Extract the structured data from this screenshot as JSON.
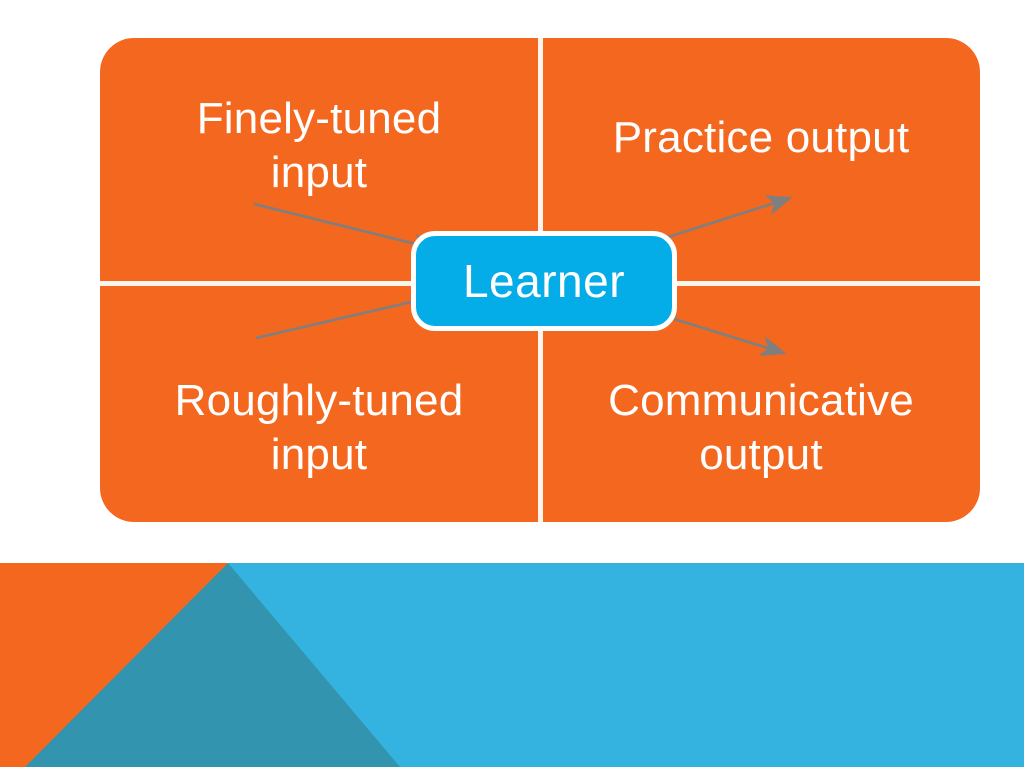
{
  "slide": {
    "background_color": "#FFFFFF",
    "panel": {
      "background_color": "#F4671F",
      "divider_color": "#FDF5EC"
    }
  },
  "diagram": {
    "type": "four-quadrant-hub-and-spoke",
    "center_node": {
      "label": "Learner",
      "fill_color": "#05ADE8",
      "border_color": "#FFFFFF",
      "text_color": "#FFFFFF"
    },
    "quadrants": [
      {
        "id": "top-left",
        "position": "top-left",
        "label": "Finely-tuned input",
        "line1": "Finely-tuned",
        "line2": "input",
        "direction": "input-to-learner"
      },
      {
        "id": "top-right",
        "position": "top-right",
        "label": "Practice output",
        "line1": "Practice output",
        "line2": "",
        "direction": "learner-to-output"
      },
      {
        "id": "bottom-left",
        "position": "bottom-left",
        "label": "Roughly-tuned input",
        "line1": "Roughly-tuned",
        "line2": "input",
        "direction": "input-to-learner"
      },
      {
        "id": "bottom-right",
        "position": "bottom-right",
        "label": "Communicative output",
        "line1": "Communicative",
        "line2": "output",
        "direction": "learner-to-output"
      }
    ],
    "arrows": [
      {
        "id": "arrow-finely-tuned-input-to-learner",
        "from": "top-left-quadrant",
        "to": "learner",
        "color": "#7F7F7F",
        "direction": "inbound"
      },
      {
        "id": "arrow-roughly-tuned-input-to-learner",
        "from": "bottom-left-quadrant",
        "to": "learner",
        "color": "#7F7F7F",
        "direction": "inbound"
      },
      {
        "id": "arrow-learner-to-practice-output",
        "from": "learner",
        "to": "top-right-quadrant",
        "color": "#7F7F7F",
        "direction": "outbound"
      },
      {
        "id": "arrow-learner-to-communicative-output",
        "from": "learner",
        "to": "bottom-right-quadrant",
        "color": "#7F7F7F",
        "direction": "outbound"
      }
    ]
  },
  "footer_band": {
    "orange_color": "#F4671F",
    "teal_color": "#3394AF",
    "light_blue_color": "#35B3E0"
  }
}
